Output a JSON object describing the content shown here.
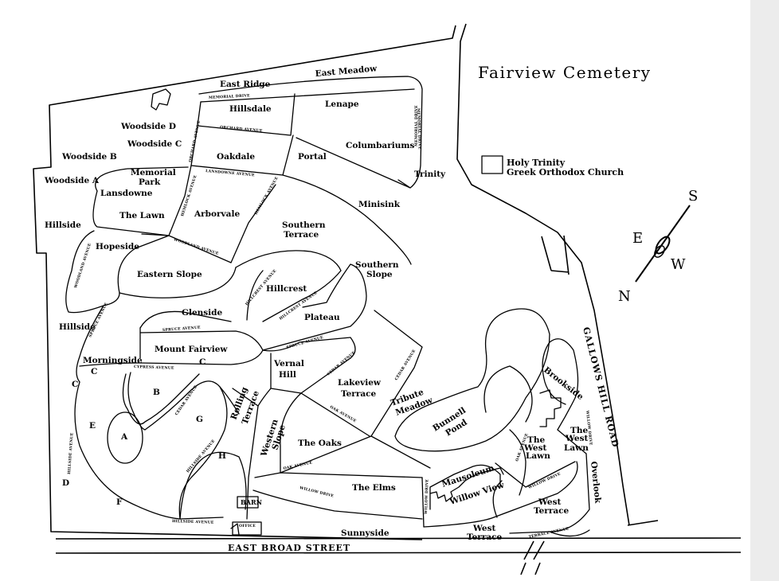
{
  "map": {
    "title": "Fairview Cemetery",
    "legend": {
      "line1": "Holy Trinity",
      "line2": "Greek Orthodox Church"
    },
    "compass": {
      "north": "N",
      "south": "S",
      "east": "E",
      "west": "W"
    },
    "streets": {
      "east_broad": "EAST BROAD STREET",
      "gallows_hill": "GALLOWS HILL ROAD"
    },
    "sections": {
      "east_ridge": "East Ridge",
      "east_meadow": "East Meadow",
      "hillsdale": "Hillsdale",
      "lenape": "Lenape",
      "woodside_d": "Woodside D",
      "woodside_c": "Woodside C",
      "woodside_b": "Woodside B",
      "woodside_a": "Woodside A",
      "oakdale": "Oakdale",
      "portal": "Portal",
      "columbariums": "Columbariums",
      "trinity": "Trinity",
      "memorial_park_1": "Memorial",
      "memorial_park_2": "Park",
      "lansdowne": "Lansdowne",
      "minisink": "Minisink",
      "the_lawn": "The Lawn",
      "arborvale": "Arborvale",
      "southern_terrace_1": "Southern",
      "southern_terrace_2": "Terrace",
      "hillside_1": "Hillside",
      "hopeside": "Hopeside",
      "eastern_slope": "Eastern Slope",
      "southern_slope_1": "Southern",
      "southern_slope_2": "Slope",
      "hillcrest": "Hillcrest",
      "glenside": "Glenside",
      "plateau": "Plateau",
      "hillside_2": "Hillside",
      "mount_fairview": "Mount Fairview",
      "morningside": "Morningside",
      "c_left": "C",
      "c_mid": "C",
      "c_far_left": "C",
      "b": "B",
      "vernal_hill_1": "Vernal",
      "vernal_hill_2": "Hill",
      "lakeview_terrace_1": "Lakeview",
      "lakeview_terrace_2": "Terrace",
      "tribute_meadow_1": "Tribute",
      "tribute_meadow_2": "Meadow",
      "brookside": "Brookside",
      "rolling_terrace_1": "Rolling",
      "rolling_terrace_2": "Terrace",
      "e": "E",
      "a": "A",
      "g": "G",
      "western_slope_1": "Western",
      "western_slope_2": "Slope",
      "bunnell_pond_1": "Bunnell",
      "bunnell_pond_2": "Pond",
      "the_west_lawn_1": "The",
      "the_west_lawn_2": "West",
      "the_west_lawn_3": "Lawn",
      "the_west_lawn_b1": "The",
      "the_west_lawn_b2": "West",
      "the_west_lawn_b3": "Lawn",
      "h": "H",
      "the_oaks": "The Oaks",
      "d": "D",
      "f": "F",
      "mausoleum": "Mausoleum",
      "willow_view": "Willow View",
      "the_elms": "The Elms",
      "overlook": "Overlook",
      "west_terrace_1": "West",
      "west_terrace_2": "Terrace",
      "west_terrace_b1": "West",
      "west_terrace_b2": "Terrace",
      "sunnyside": "Sunnyside",
      "barn": "BARN",
      "office": "OFFICE"
    },
    "avenues": {
      "memorial_drive": "MEMORIAL DRIVE",
      "orchard_avenue": "ORCHARD AVENUE",
      "lansdowne_avenue": "LANSDOWNE AVENUE",
      "hemlock_avenue": "HEMLOCK AVENUE",
      "woodland_avenue": "WOODLAND AVENUE",
      "hillcrest_avenue": "HILLCREST AVENUE",
      "spruce_avenue": "SPRUCE AVENUE",
      "cypress_avenue": "CYPRESS AVENUE",
      "cedar_avenue": "CEDAR AVENUE",
      "willow_drive": "WILLOW DRIVE",
      "oak_avenue": "OAK AVENUE",
      "hillside_avenue": "HILLSIDE AVENUE",
      "terrace_avenue": "TERRACE AVENUE"
    }
  }
}
